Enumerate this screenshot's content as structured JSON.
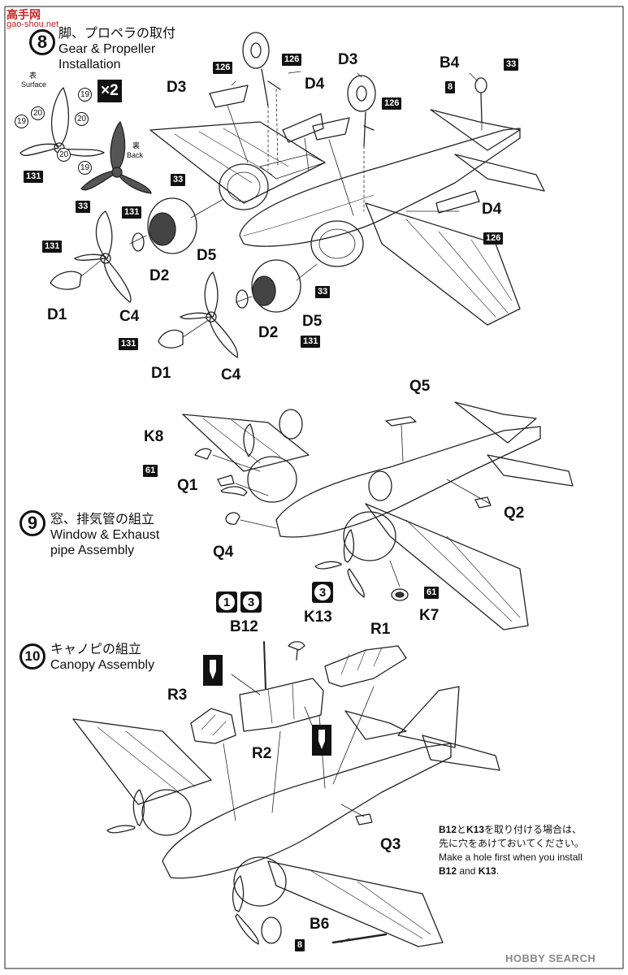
{
  "watermark": {
    "site": "高手网",
    "url": "gao-shou.net"
  },
  "steps": [
    {
      "num": "8",
      "title_jp": "脚、プロペラの取付",
      "title_en1": "Gear & Propeller",
      "title_en2": "Installation"
    },
    {
      "num": "9",
      "title_jp": "窓、排気管の組立",
      "title_en1": "Window & Exhaust",
      "title_en2": "pipe Assembly"
    },
    {
      "num": "10",
      "title_jp": "キャノピの組立",
      "title_en1": "Canopy Assembly",
      "title_en2": ""
    }
  ],
  "prop_inset": {
    "surface_jp": "表",
    "surface_en": "Surface",
    "back_jp": "裏",
    "back_en": "Back",
    "multiplier": "×2",
    "color_a": "19",
    "color_b": "20",
    "tag_a": "131",
    "tag_b": "33"
  },
  "step8_labels": {
    "d3a": "D3",
    "d3b": "D3",
    "d4a": "D4",
    "d4b": "D4",
    "b4": "B4",
    "d5a": "D5",
    "d5b": "D5",
    "d2a": "D2",
    "d2b": "D2",
    "d1a": "D1",
    "d1b": "D1",
    "c4a": "C4",
    "c4b": "C4"
  },
  "step8_tags": {
    "t126a": "126",
    "t126b": "126",
    "t126c": "126",
    "t126d": "126",
    "t33a": "33",
    "t33b": "33",
    "t33c": "33",
    "t8": "8",
    "t131a": "131",
    "t131b": "131",
    "t131c": "131",
    "t131d": "131"
  },
  "step9_labels": {
    "q5": "Q5",
    "k8": "K8",
    "q1": "Q1",
    "q2": "Q2",
    "q4": "Q4",
    "k7": "K7"
  },
  "step9_tags": {
    "t61a": "61",
    "t61b": "61"
  },
  "step10_labels": {
    "b12": "B12",
    "k13": "K13",
    "r1": "R1",
    "r3": "R3",
    "r2": "R2",
    "q3": "Q3",
    "b6": "B6"
  },
  "step10_tags": {
    "t8b": "8",
    "opt1": "1",
    "opt3a": "3",
    "opt3b": "3"
  },
  "note": {
    "jp_part_a": "B12",
    "jp_and": "と",
    "jp_part_b": "K13",
    "jp_line1": "を取り付ける場合は、",
    "jp_line2": "先に穴をあけておいてください。",
    "en_line1": "Make a hole first when you install",
    "en_part_a": "B12",
    "en_and": " and ",
    "en_part_b": "K13",
    "en_end": "."
  },
  "footer": {
    "brand": "HOBBY SEARCH"
  }
}
